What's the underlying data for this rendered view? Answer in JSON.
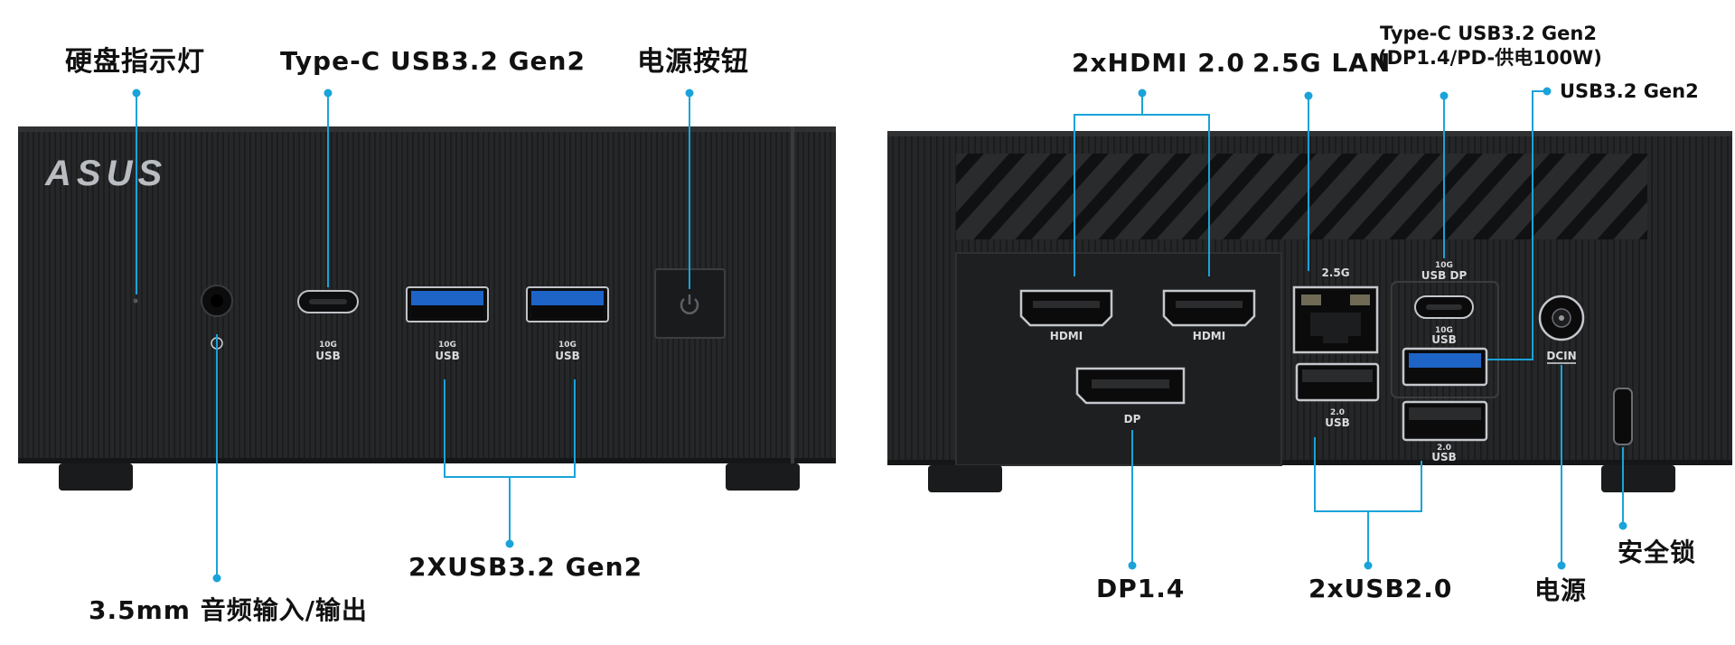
{
  "front_panel": {
    "callouts": {
      "hdd_led": "硬盘指示灯",
      "type_c": "Type-C USB3.2 Gen2",
      "power_button": "电源按钮",
      "audio": "3.5mm 音频输入/输出",
      "usb_pair": "2XUSB3.2 Gen2"
    },
    "port_labels": {
      "usb_c": "USB",
      "usb_a1": "USB",
      "usb_a2": "USB",
      "speed": "10G"
    },
    "logo": "ASUS"
  },
  "rear_panel": {
    "callouts": {
      "hdmi": "2xHDMI 2.0",
      "lan": "2.5G LAN",
      "type_c_line1": "Type-C USB3.2 Gen2",
      "type_c_line2": "(DP1.4/PD-供电100W)",
      "usb_gen2": "USB3.2 Gen2",
      "dp": "DP1.4",
      "usb2": "2xUSB2.0",
      "power": "电源",
      "lock": "安全锁"
    },
    "port_labels": {
      "hdmi1": "HDMI",
      "hdmi2": "HDMI",
      "dp": "DP",
      "lan": "2.5G",
      "usbc_speed": "10G",
      "usbc": "USB DP",
      "usb3_speed": "10G",
      "usb3": "USB",
      "usb2a_speed": "2.0",
      "usb2a": "USB",
      "usb2b_speed": "2.0",
      "usb2b": "USB",
      "dcin": "DCIN"
    }
  },
  "colors": {
    "callout_line": "#1aa3d9",
    "chassis": "#232426",
    "chassis_dark": "#141516",
    "usb3_blue": "#1e63c6"
  }
}
